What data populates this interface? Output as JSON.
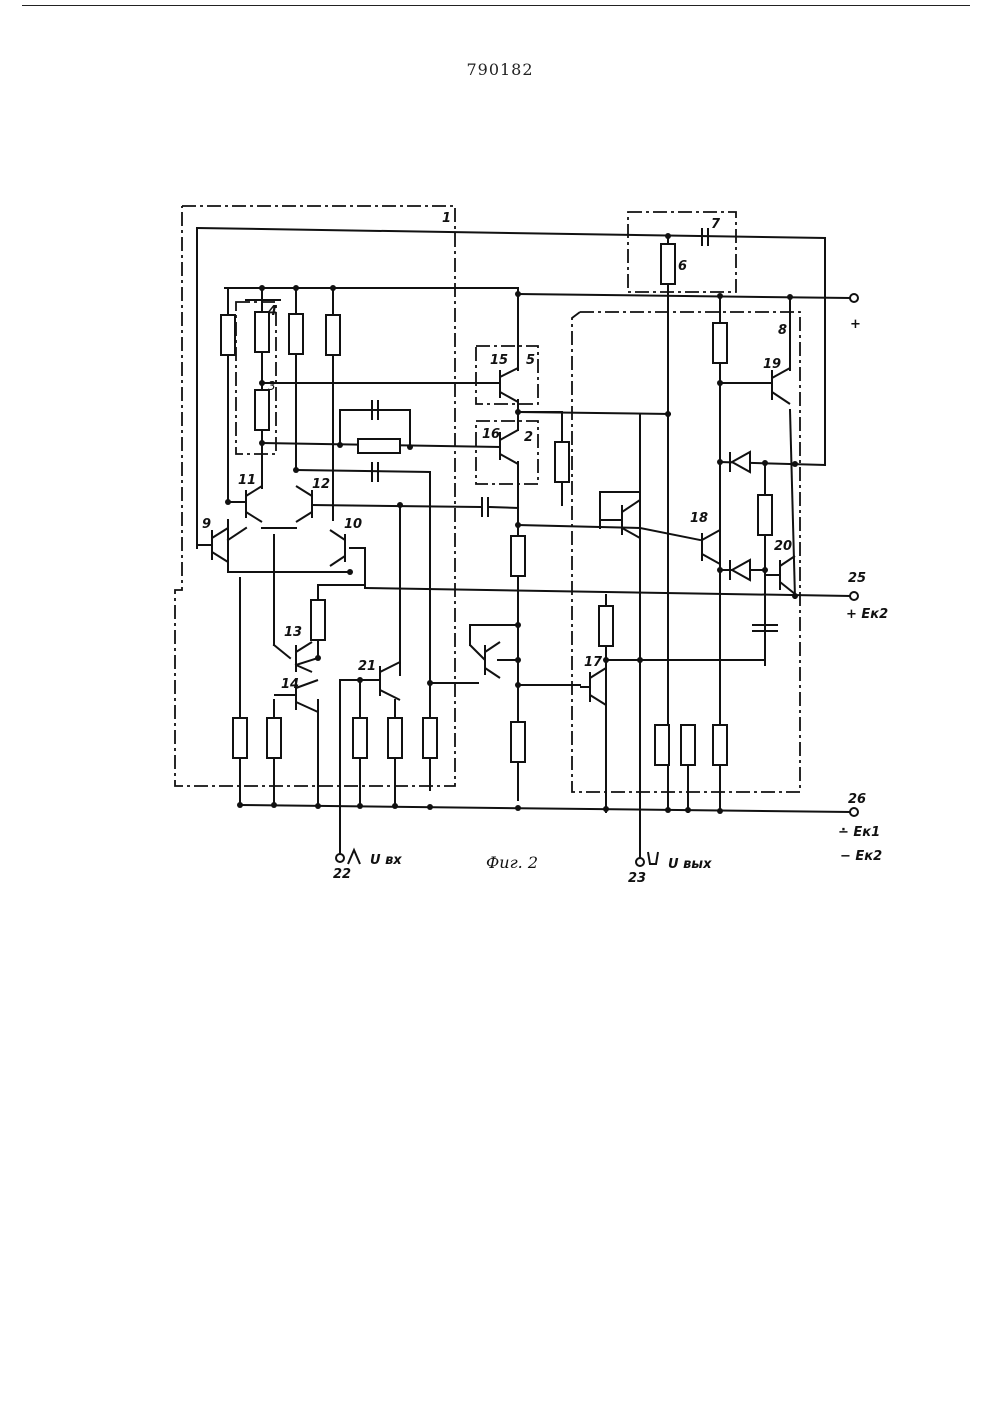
{
  "document": {
    "patent_number": "790182",
    "figure_caption": "Фиг. 2"
  },
  "components": {
    "c1": "1",
    "c2": "2",
    "c3": "3",
    "c4": "4",
    "c5": "5",
    "c6": "6",
    "c7": "7",
    "c8": "8",
    "c9": "9",
    "c10": "10",
    "c11": "11",
    "c12": "12",
    "c13": "13",
    "c14": "14",
    "c15": "15",
    "c16": "16",
    "c17": "17",
    "c18": "18",
    "c19": "19",
    "c20": "20",
    "c21": "21"
  },
  "terminals": {
    "t22": "22",
    "t23": "23",
    "t25": "25",
    "t26": "26",
    "plus": "+",
    "ek2_plus": "+ Eк2",
    "ek1_minus": "∸ Eк1",
    "ek2_minus": "− Eк2",
    "u_in": "U вх",
    "u_out": "U вых"
  }
}
